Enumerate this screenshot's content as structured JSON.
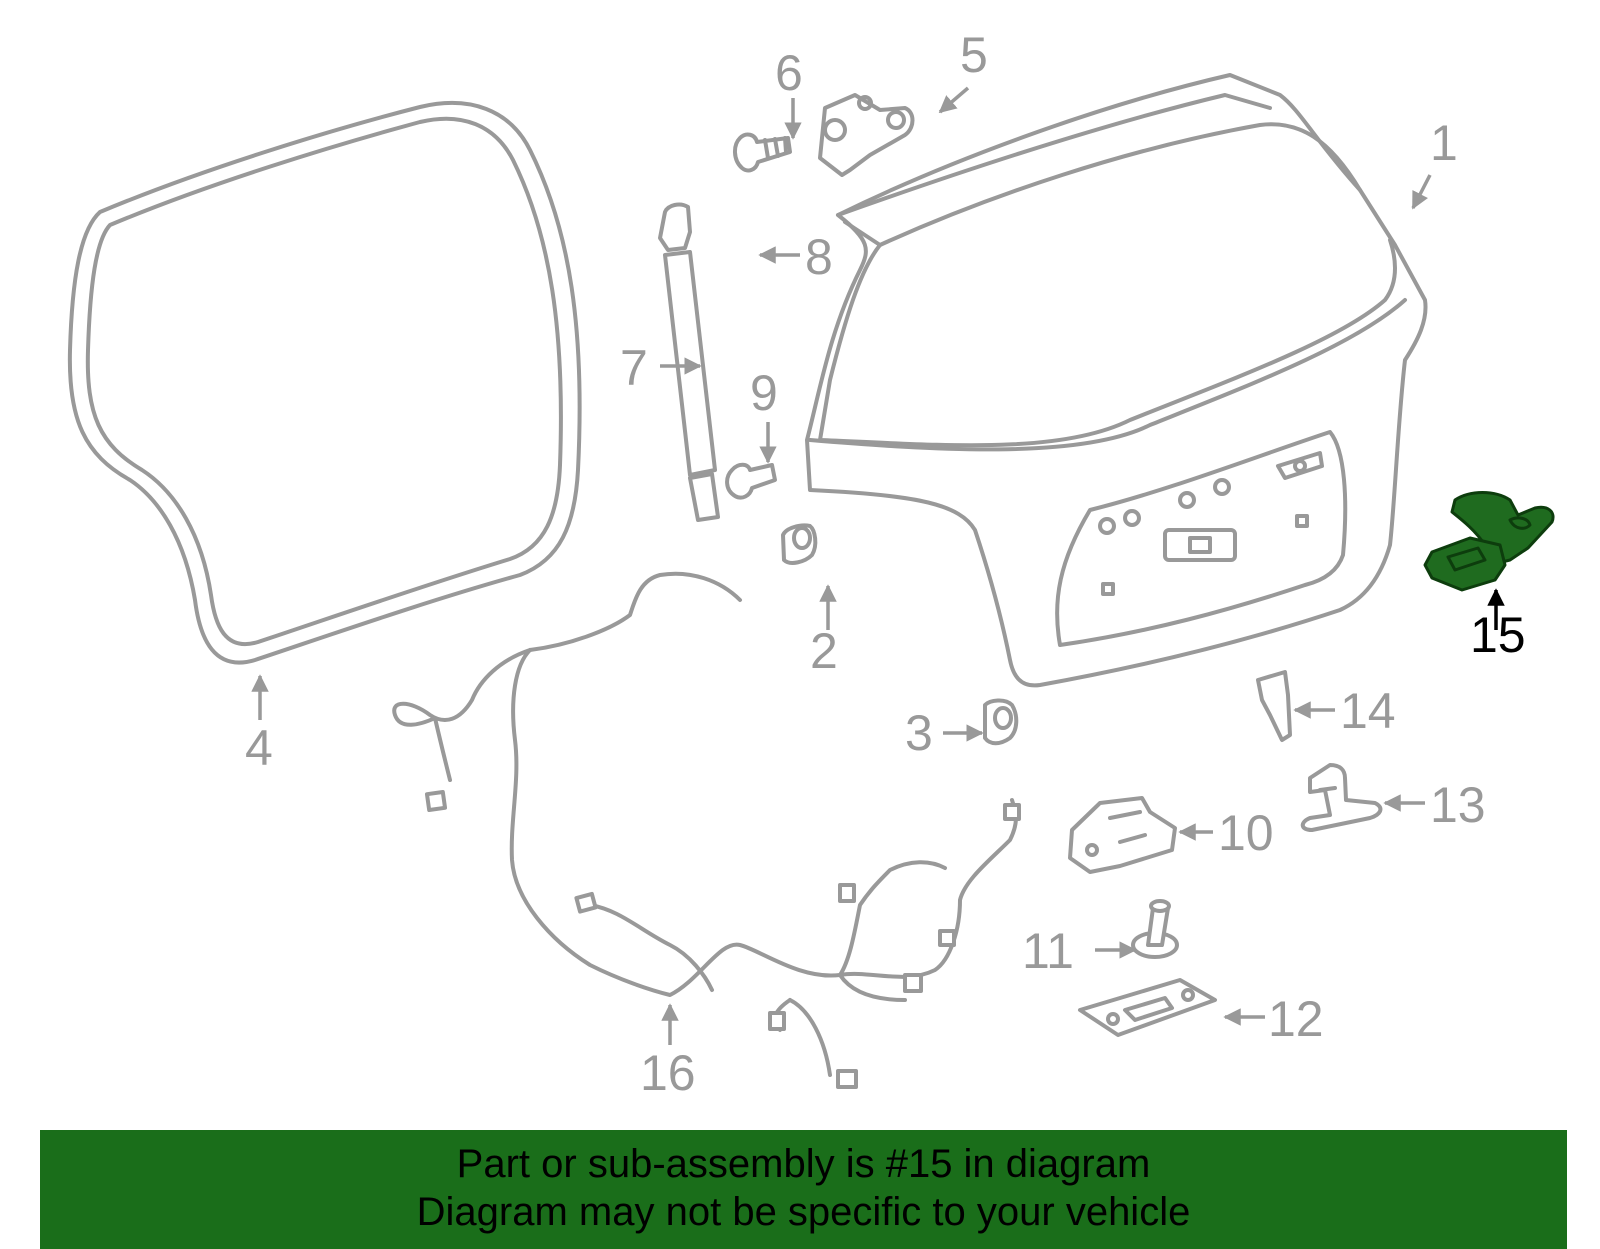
{
  "callouts": [
    {
      "id": "1",
      "label": "1",
      "highlighted": false
    },
    {
      "id": "2",
      "label": "2",
      "highlighted": false
    },
    {
      "id": "3",
      "label": "3",
      "highlighted": false
    },
    {
      "id": "4",
      "label": "4",
      "highlighted": false
    },
    {
      "id": "5",
      "label": "5",
      "highlighted": false
    },
    {
      "id": "6",
      "label": "6",
      "highlighted": false
    },
    {
      "id": "7",
      "label": "7",
      "highlighted": false
    },
    {
      "id": "8",
      "label": "8",
      "highlighted": false
    },
    {
      "id": "9",
      "label": "9",
      "highlighted": false
    },
    {
      "id": "10",
      "label": "10",
      "highlighted": false
    },
    {
      "id": "11",
      "label": "11",
      "highlighted": false
    },
    {
      "id": "12",
      "label": "12",
      "highlighted": false
    },
    {
      "id": "13",
      "label": "13",
      "highlighted": false
    },
    {
      "id": "14",
      "label": "14",
      "highlighted": false
    },
    {
      "id": "15",
      "label": "15",
      "highlighted": true
    },
    {
      "id": "16",
      "label": "16",
      "highlighted": false
    }
  ],
  "banner": {
    "line1": "Part or sub-assembly is #15 in diagram",
    "line2": "Diagram may not be specific to your vehicle",
    "background_color": "#1a6e1a"
  },
  "colors": {
    "parts": "#999999",
    "highlight_part": "#1f6b1f",
    "highlight_label": "#000000"
  }
}
